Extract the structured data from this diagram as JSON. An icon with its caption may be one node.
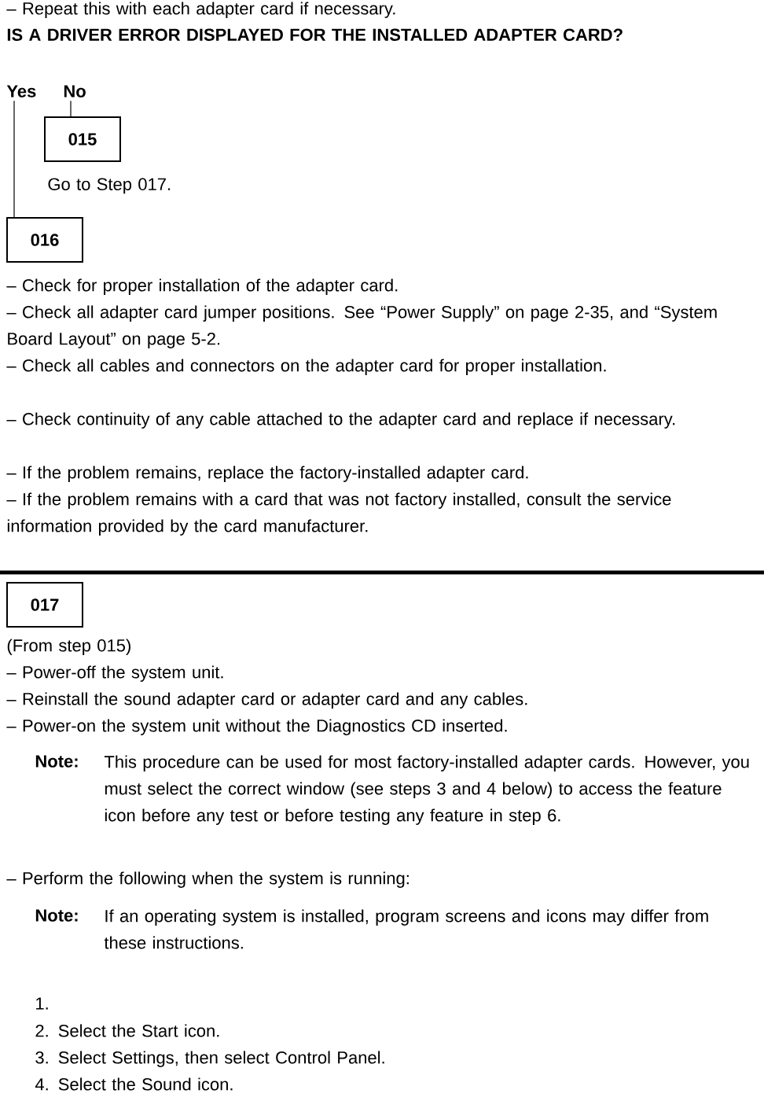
{
  "diagram": {
    "title": "IS A DRIVER ERROR DISPLAYED FOR THE INSTALLED ADAPTER CARD?",
    "nodes": [
      {
        "text": [
          "Yes"
        ]
      },
      {
        "text": [
          "No"
        ]
      },
      {
        "text": [
          "015"
        ],
        "beside": [
          "Go to Step 017."
        ]
      },
      {
        "text": [
          "016"
        ]
      },
      {
        "text": [
          "017"
        ]
      }
    ],
    "edges": [
      {
        "from": 1,
        "to": 2,
        "arrow": "none"
      },
      {
        "from": 0,
        "to": 3,
        "arrow": "none"
      }
    ],
    "labels": [
      "– Repeat this with each adapter card if necessary.",
      "– Check for proper installation of the adapter card.",
      "– Check all adapter card jumper positions.  See “Power Supply” on page 2-35, and “System Board Layout” on page 5-2.",
      "– Check all cables and connectors on the adapter card for proper installation.",
      "– Check continuity of any cable attached to the adapter card and replace if necessary.",
      "– If the problem remains, replace the factory-installed adapter card.",
      "– If the problem remains with a card that was not factory installed, consult the service information provided by the card manufacturer.",
      "(From step 015)",
      "– Power-off the system unit.",
      "– Reinstall the sound adapter card or adapter card and any cables.",
      "– Power-on the system unit without the Diagnostics CD inserted.",
      "Note:",
      "This procedure can be used for most factory-installed adapter cards.  However, you must select the correct window (see steps 3 and 4 below) to access the feature icon before any test or before testing any feature in step 6.",
      "– Perform the following when the system is running:",
      "Note:",
      "If an operating system is installed, program screens and icons may differ from these instructions.",
      "1.",
      "2. Select the Start icon.",
      "3. Select Settings, then select Control Panel.",
      "4. Select the Sound icon."
    ]
  }
}
